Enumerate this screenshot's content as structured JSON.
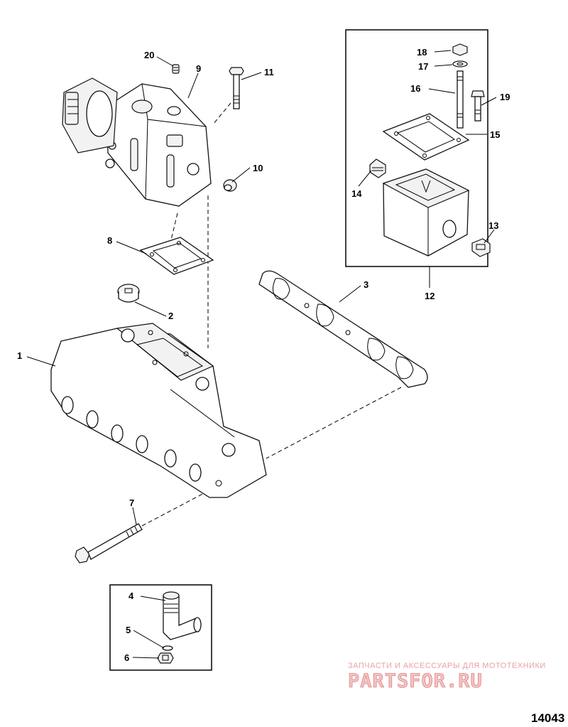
{
  "callouts": {
    "c1": "1",
    "c2": "2",
    "c3": "3",
    "c4": "4",
    "c5": "5",
    "c6": "6",
    "c7": "7",
    "c8": "8",
    "c9": "9",
    "c10": "10",
    "c11": "11",
    "c12": "12",
    "c13": "13",
    "c14": "14",
    "c15": "15",
    "c16": "16",
    "c17": "17",
    "c18": "18",
    "c19": "19",
    "c20": "20"
  },
  "watermark": {
    "tagline": "ЗАПЧАСТИ И АКСЕССУАРЫ ДЛЯ МОТОТЕХНИКИ",
    "brand": "PARTSFOR.RU"
  },
  "figure_number": "14043"
}
